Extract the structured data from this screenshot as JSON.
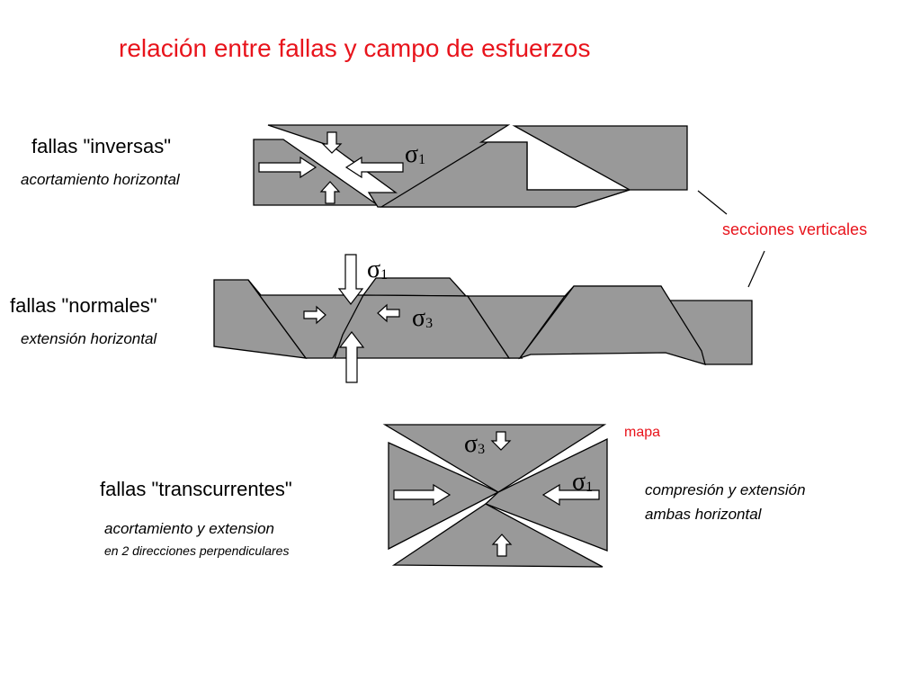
{
  "title": "relación entre fallas y campo de esfuerzos",
  "sections": {
    "inversas": {
      "label": "fallas \"inversas\"",
      "description": "acortamiento horizontal",
      "stress": {
        "symbol": "σ",
        "index": "1"
      }
    },
    "normales": {
      "label": "fallas \"normales\"",
      "description": "extensión horizontal",
      "stress_a": {
        "symbol": "σ",
        "index": "1"
      },
      "stress_b": {
        "symbol": "σ",
        "index": "3"
      }
    },
    "transcurrentes": {
      "label": "fallas \"transcurrentes\"",
      "description_line1": "acortamiento y extension",
      "description_line2": "en 2 direcciones perpendiculares",
      "stress_a": {
        "symbol": "σ",
        "index": "3"
      },
      "stress_b": {
        "symbol": "σ",
        "index": "1"
      }
    }
  },
  "annotations": {
    "vertical_sections": "secciones verticales",
    "map": "mapa",
    "strike_slip_line1": "compresión y extensión",
    "strike_slip_line2": "ambas horizontal"
  },
  "colors": {
    "block_fill": "#999999",
    "outline": "#000000",
    "title": "#e8141c",
    "accent": "#e8141c"
  }
}
